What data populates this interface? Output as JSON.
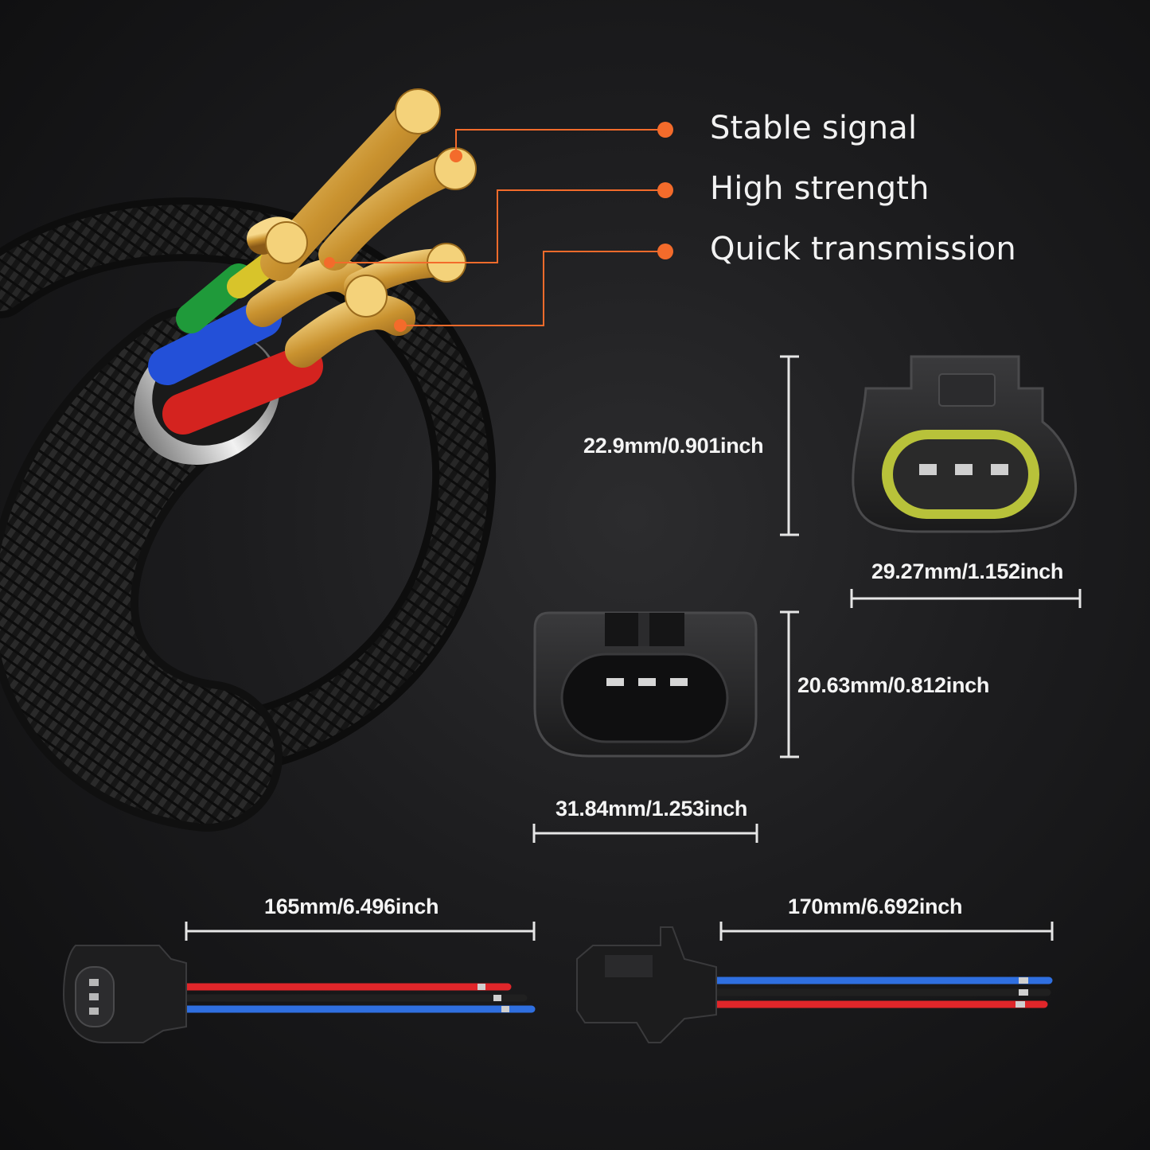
{
  "features": [
    {
      "label": "Stable signal"
    },
    {
      "label": "High strength"
    },
    {
      "label": "Quick transmission"
    }
  ],
  "dimensions": {
    "female_height": "22.9mm/0.901inch",
    "female_width": "29.27mm/1.152inch",
    "male_height": "20.63mm/0.812inch",
    "male_width": "31.84mm/1.253inch",
    "female_pigtail_length": "165mm/6.496inch",
    "male_pigtail_length": "170mm/6.692inch"
  },
  "colors": {
    "accent": "#f36b2b",
    "background": "#1c1c1e",
    "wire_red": "#e0262a",
    "wire_blue": "#2f6fe0",
    "wire_black": "#202020",
    "copper": "#d9a441",
    "seal_yellow": "#b8c23a"
  },
  "icons": [
    "braided-cable-icon",
    "female-connector-icon",
    "male-connector-icon"
  ]
}
